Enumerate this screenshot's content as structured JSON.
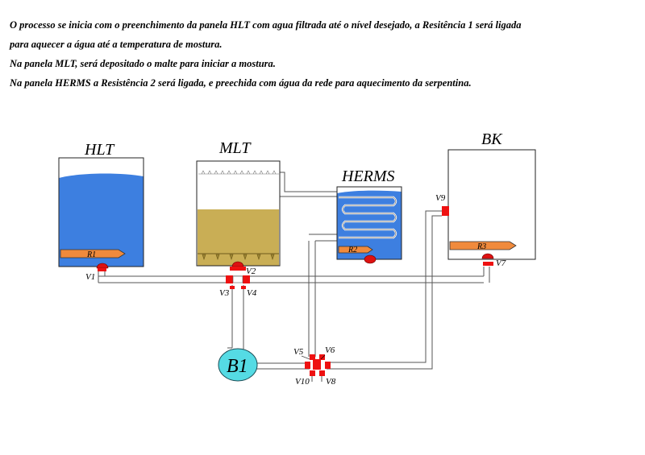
{
  "intro": {
    "line1": "O processo se inicia com o preenchimento da panela HLT com agua filtrada até o nível desejado, a Resitência 1 será ligada",
    "line2": "para aquecer a água até a temperatura de mostura.",
    "line3": "Na panela MLT, será depositado o malte para iniciar a mostura.",
    "line4": "Na panela HERMS a Resistência 2 será ligada, e preechida com água da rede para aquecimento da serpentina."
  },
  "tanks": {
    "hlt": "HLT",
    "mlt": "MLT",
    "herms": "HERMS",
    "bk": "BK"
  },
  "resistors": {
    "r1": "R1",
    "r2": "R2",
    "r3": "R3"
  },
  "pump": "B1",
  "valves": {
    "v1": "V1",
    "v2": "V2",
    "v3": "V3",
    "v4": "V4",
    "v5": "V5",
    "v6": "V6",
    "v7": "V7",
    "v8": "V8",
    "v9": "V9",
    "v10": "V10"
  },
  "colors": {
    "water": "#3d7fe0",
    "malt": "#c9ae55",
    "resistor": "#f08a3c",
    "valve": "#ee1111",
    "pump": "#55dbe4",
    "sensor": "#dd1111"
  }
}
